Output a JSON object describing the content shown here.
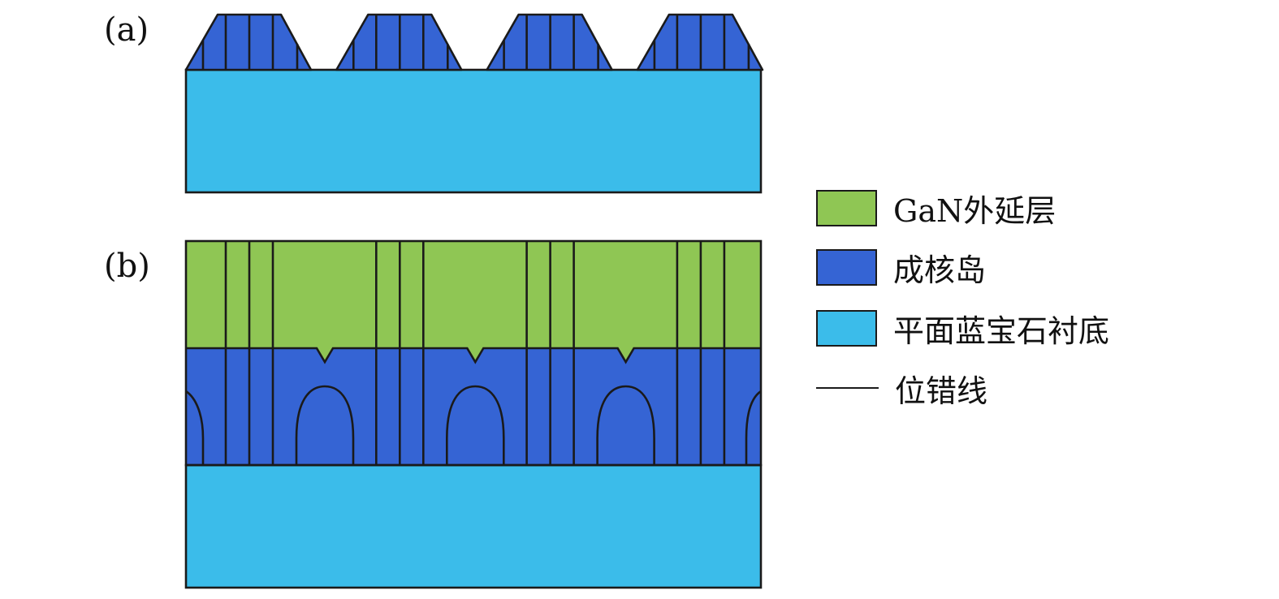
{
  "panels": {
    "a": "(a)",
    "b": "(b)"
  },
  "legend": [
    {
      "label": "GaN外延层",
      "color": "#8fc654",
      "kind": "box"
    },
    {
      "label": "成核岛",
      "color": "#3564d4",
      "kind": "box"
    },
    {
      "label": "平面蓝宝石衬底",
      "color": "#3bbcea",
      "kind": "box"
    },
    {
      "label": "位错线",
      "color": "#1a1a1a",
      "kind": "line"
    }
  ],
  "colors": {
    "gan": "#8fc654",
    "island": "#3564d4",
    "substrate": "#3bbcea",
    "stroke": "#1a1a1a"
  }
}
